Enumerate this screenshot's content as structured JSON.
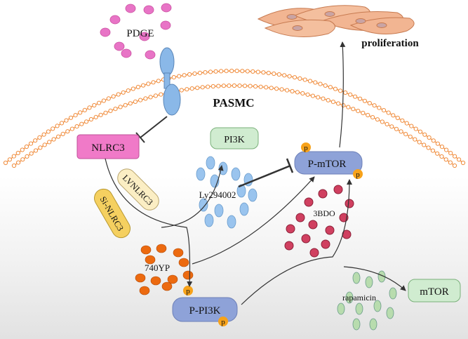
{
  "labels": {
    "pdge": "PDGE",
    "pasmc": "PASMC",
    "proliferation": "proliferation",
    "nlrc3": "NLRC3",
    "pi3k": "PI3K",
    "p_mtor": "P-mTOR",
    "lv_nlrc3": "LVNLRC3",
    "si_nlrc3": "Si-NLRC3",
    "ly294002": "Ly294002",
    "bdo3": "3BDO",
    "yp740": "740YP",
    "p_pi3k": "P-PI3K",
    "rapamicin": "rapamicin",
    "mtor": "mTOR",
    "phospho": "p"
  },
  "colors": {
    "pdge_dots": "#e874c6",
    "receptor": "#8ab8e8",
    "membrane": "#f08c3c",
    "nlrc3_box": "#f07ac8",
    "pi3k_box": "#d0ecd0",
    "mtor_pill": "#8ea2d8",
    "lv_pill": "#fbeec4",
    "si_pill": "#f5d060",
    "ly_dots": "#9ac4ee",
    "bdo_dots": "#d04060",
    "yp_dots": "#ec6a10",
    "rapa_dots": "#b8dcae",
    "phospho_badge": "#f7a21a",
    "cell_fill": "#f2b592"
  }
}
